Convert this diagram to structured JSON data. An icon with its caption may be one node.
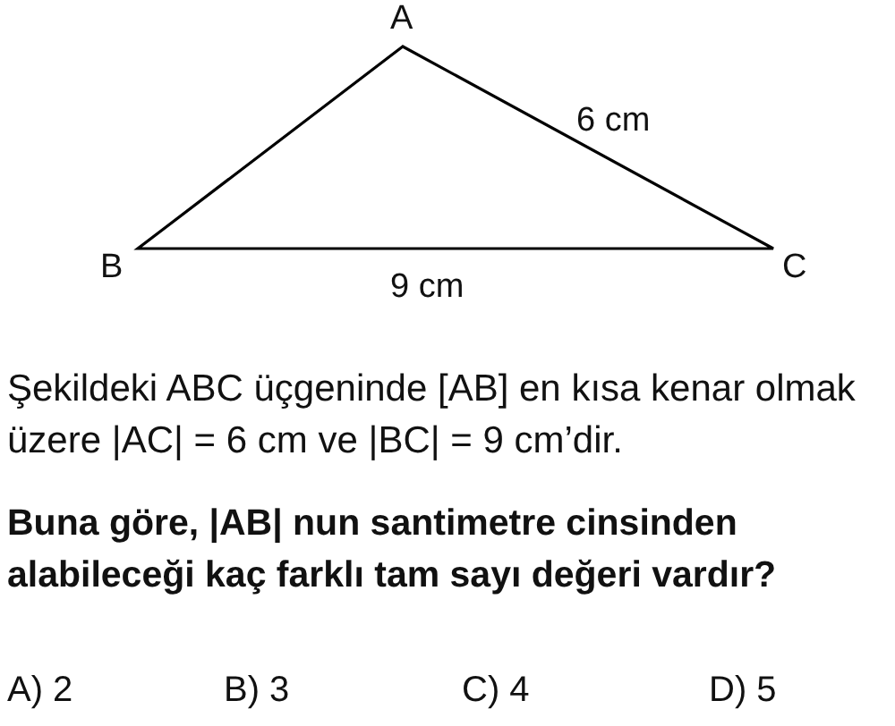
{
  "diagram": {
    "labels": [
      "A",
      "6 cm",
      "B",
      "C",
      "9 cm",
      "Şekildeki ABC üçgeninde [AB] en kısa kenar olmak üzere |AC| = 6 cm ve |BC| = 9 cm’dir.",
      "Buna göre, |AB| nun santimetre cinsinden alabileceği kaç farklı tam sayı değeri vardır?",
      "A) 2",
      "B) 3",
      "C) 4",
      "D) 5"
    ]
  }
}
